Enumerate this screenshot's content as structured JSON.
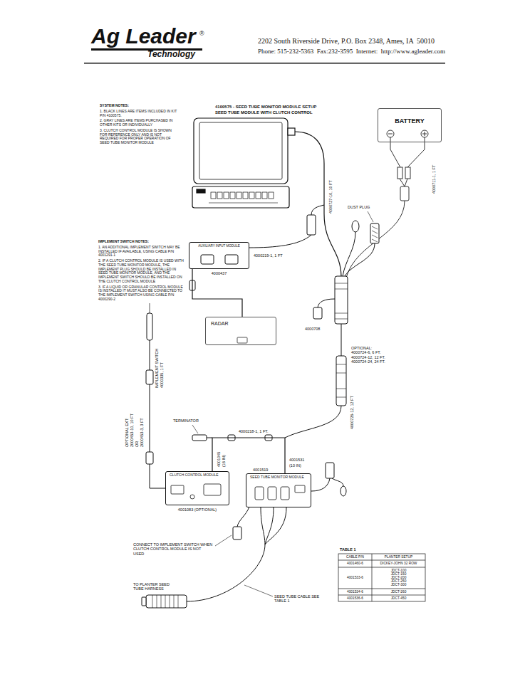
{
  "diagram": {
    "title": "4100575 - SEED TUBE MONITOR MODULE SETUP",
    "nodes": [
      {
        "text": [
          "BATTERY"
        ]
      },
      {
        "text": [
          "AUXILIARY INPUT MODULE",
          "4000437"
        ]
      },
      {
        "text": [
          "RADAR"
        ]
      },
      {
        "text": [
          "CLUTCH CONTROL MODULE",
          "4001083 (OPTIONAL)"
        ]
      },
      {
        "text": [
          "4001519",
          "SEED TUBE MONITOR MODULE"
        ]
      }
    ],
    "edges": [
      {
        "from": 1,
        "to": 2,
        "arrow": "none"
      },
      {
        "from": 3,
        "to": 4,
        "arrow": "none"
      }
    ],
    "labels": [
      "2202 South Riverside Drive, P.O. Box 2348, Ames, IA  50010",
      "Phone: 515-232-5363  Fax:232-3595  Internet:  http://www.agleader.com",
      "Ag Leader",
      "®",
      "Technology",
      "SEED TUBE MODULE WITH CLUTCH CONTROL",
      "SYSTEM NOTES:",
      "1. BLACK LINES ARE ITEMS INCLUDED IN KIT P/N 4100575.",
      "2. GRAY LINES ARE ITEMS PURCHASED IN OTHER KITS OR INDIVIDUALLY",
      "3. CLUTCH CONTROL MODULE IS SHOWN FOR REFERENCE ONLY AND IS NOT REQUIRED FOR PROPER OPERATION OF SEED TUBE MONITOR MODULE",
      "IMPLEMENT SWITCH NOTES:",
      "1. AN ADDITIONAL IMPLEMENT SWITCH MAY BE INSTALLED IF AVAILABLE, USING CABLE P/N 4001291-1",
      "2. IF A CLUTCH CONTROL MODULE IS USED WITH THE SEED TUBE MONITOR MODULE, THE IMPLEMENT PLUG SHOULD BE INSTALLED IN SEED TUBE MONITOR MODULE, AND THE IMPLEMENT SWITCH SHOULD BE INSTALLED ON THE CLUTCH CONTROL MODULE",
      "3. IF A LIQUID OR GRANULAR CONTROL MODULE IS INSTALLED IT MUST ALSO BE CONNECTED TO THE IMPLEMENT SWITCH USING CABLE P/N 4000290-2",
      "4000711-1, 1 FT",
      "DUST PLUG",
      "4000727-10, 10 FT",
      "4000219-1, 1 FT",
      "4000708",
      "OPTIONAL:",
      "4000724-6, 6 FT.",
      "4000724-12, 12 FT.",
      "4000724-24, 24 FT.",
      "4000726-12, 12 FT",
      "IMPLEMENT SWITCH",
      "4000335, 1 FT",
      "OPTIONAL EXT:",
      "2000453-10, 10 FT",
      "OR",
      "2000453-3, 3 FT",
      "TERMINATOR",
      "4000218-1, 1 FT.",
      "4001045",
      "(16 IN)",
      "4001531",
      "(10 IN)",
      "CONNECT TO IMPLEMENT SWITCH WHEN CLUTCH CONTROL MODULE IS NOT USED",
      "TO PLANTER SEED TUBE HARNESS",
      "SEED TUBE CABLE SEE TABLE 1",
      "TABLE 1",
      "CABLE P/N",
      "PLANTER SETUP",
      "4001460-6",
      "DICKEY-JOHN 32 ROW",
      "4001533-6",
      "JDCT-100",
      "JDCT-150",
      "JDCT-200",
      "JDCT-250",
      "JDCT-300",
      "4001534-6",
      "JDCT-260",
      "4001536-6",
      "JDCT-450"
    ]
  }
}
